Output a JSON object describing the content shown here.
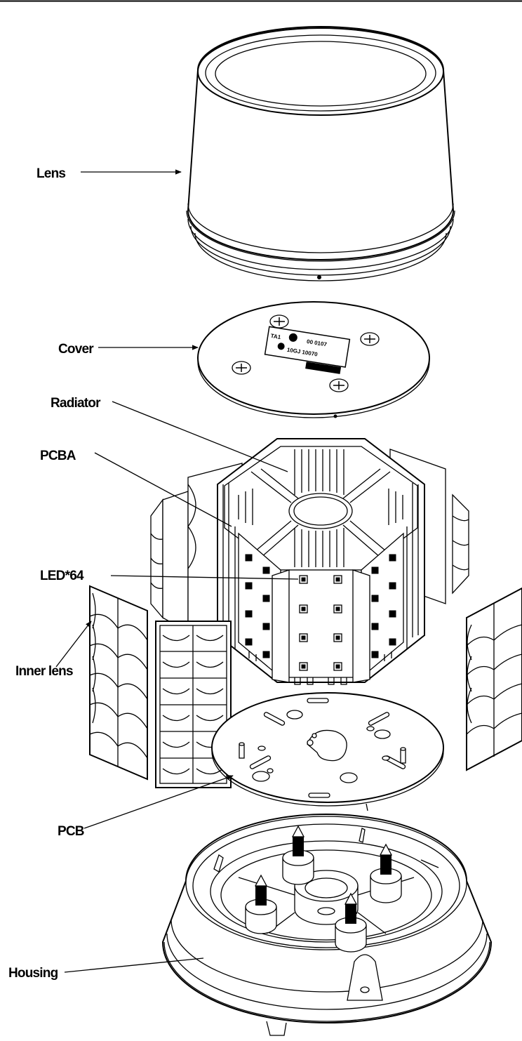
{
  "labels": {
    "lens": "Lens",
    "cover": "Cover",
    "radiator": "Radiator",
    "pcba": "PCBA",
    "led": "LED*64",
    "inner_lens": "Inner lens",
    "pcb": "PCB",
    "housing": "Housing"
  },
  "cover_plate": {
    "line1a": "TA1",
    "line1b": "00 0107",
    "line2": "10GJ   10070"
  }
}
